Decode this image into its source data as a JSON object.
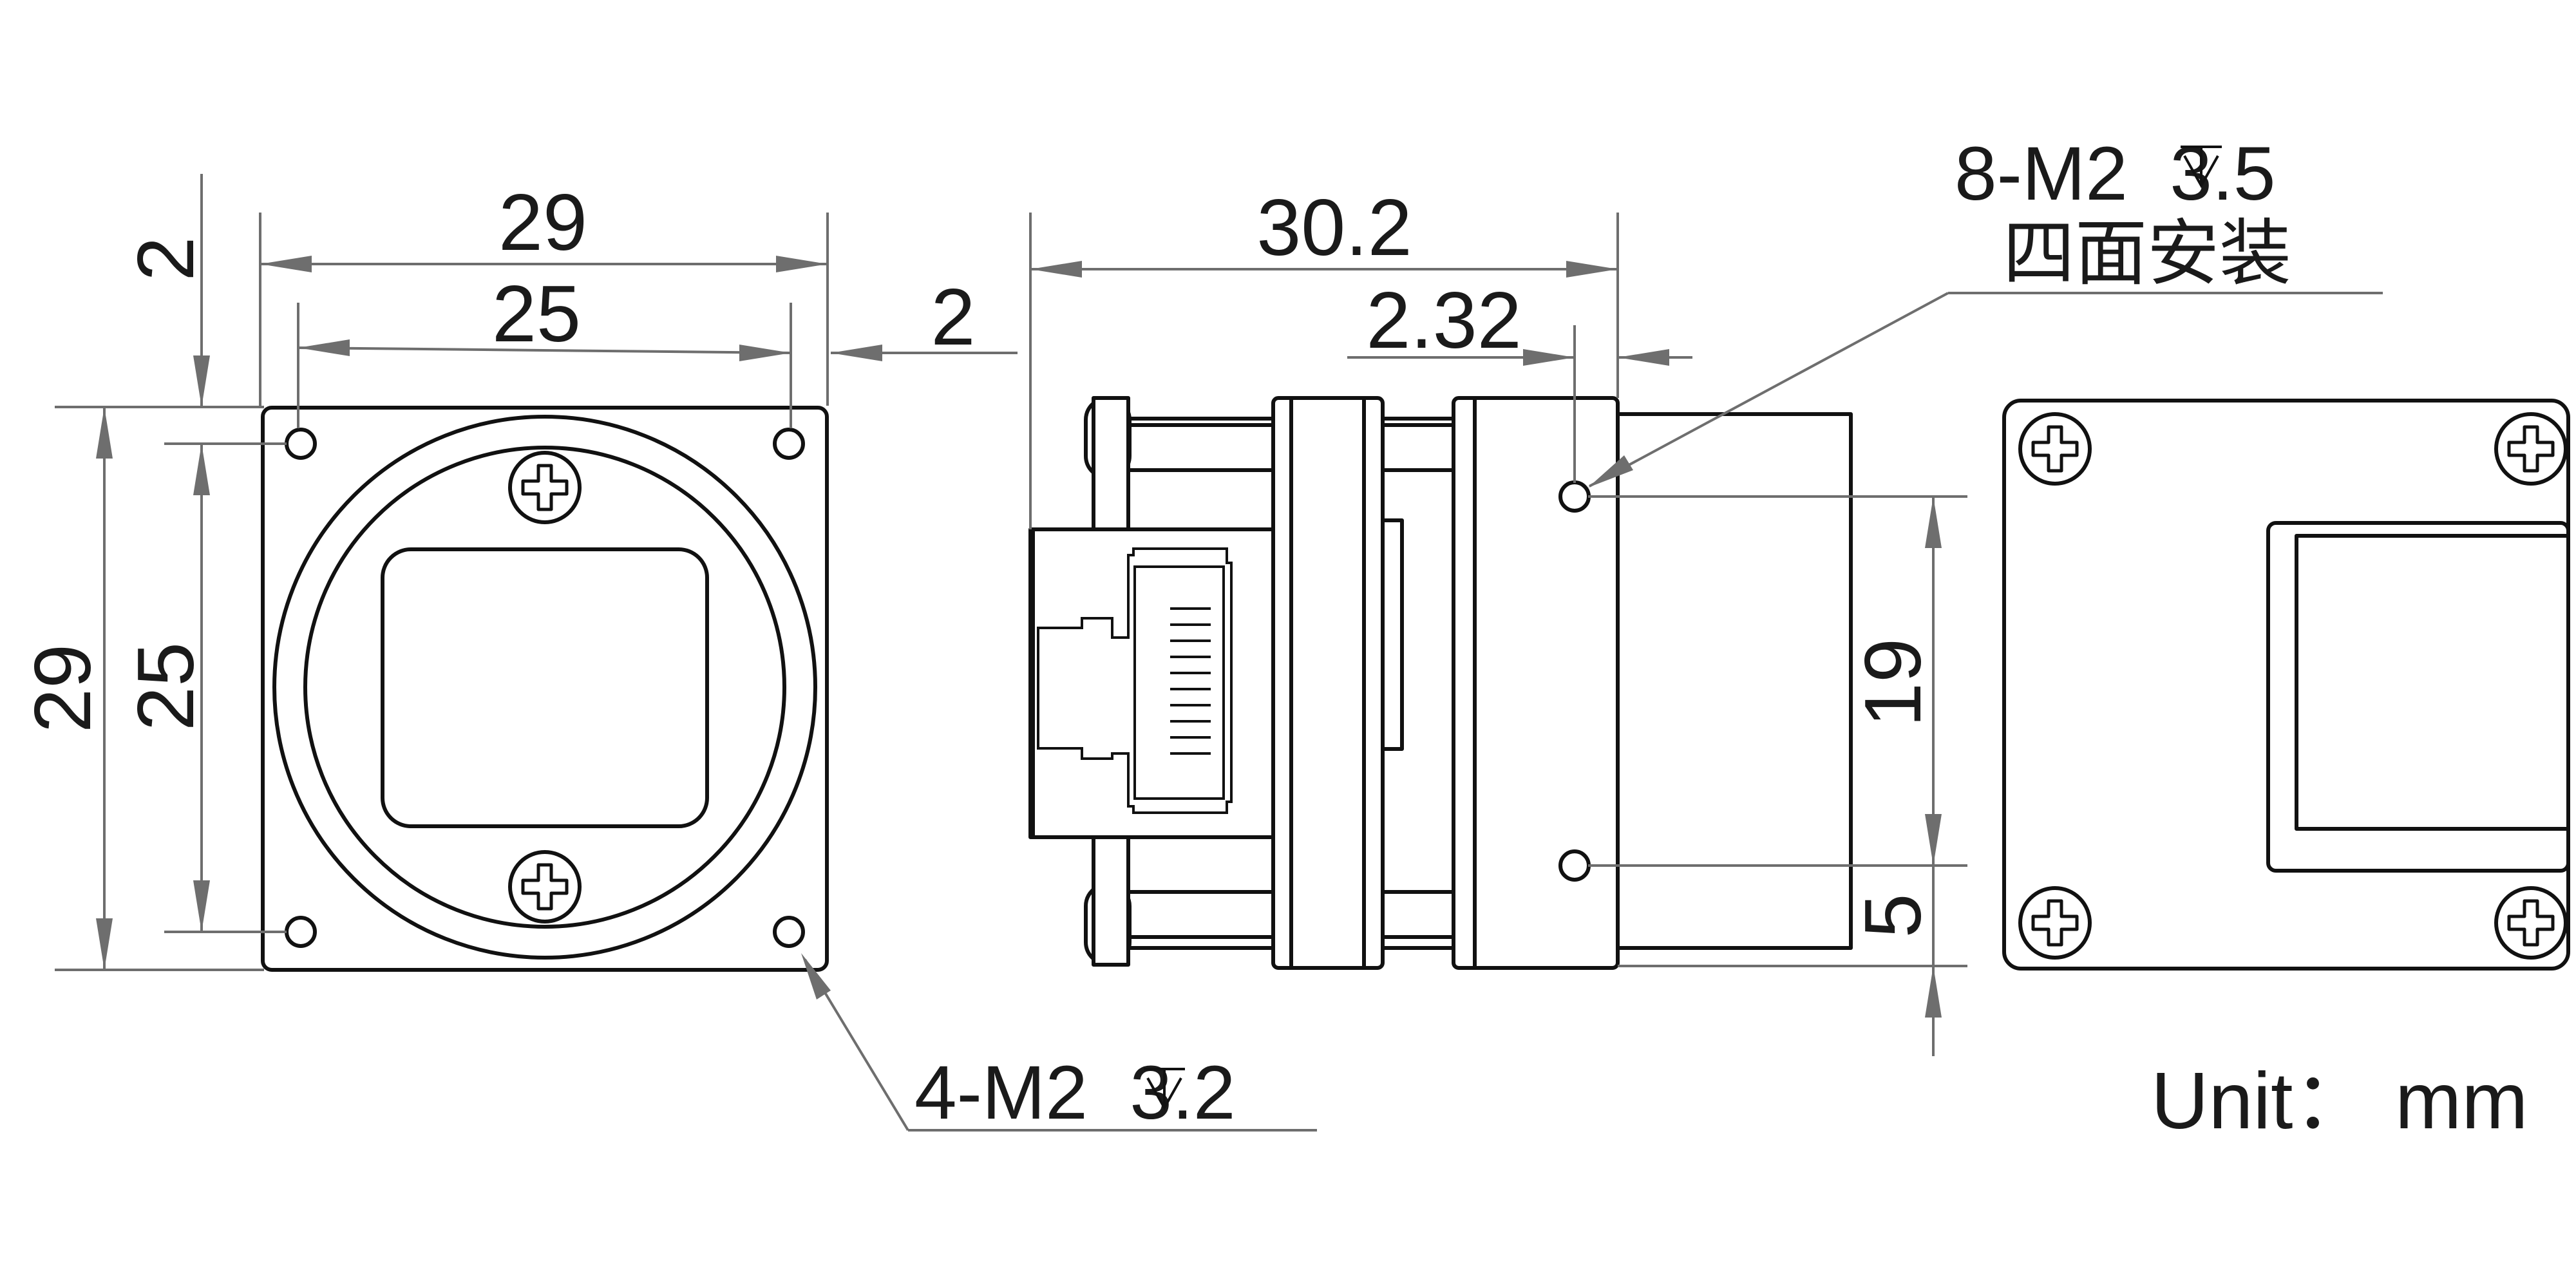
{
  "front_view": {
    "width_outer": "29",
    "width_holes": "25",
    "height_outer": "29",
    "height_holes": "25",
    "top_offset": "2",
    "right_offset": "2",
    "callout": "4-M2  3.2"
  },
  "side_view": {
    "length": "30.2",
    "hole_offset": "2.32",
    "hole_spacing": "19",
    "bottom_offset": "5",
    "callout_line1": "8-M2  3.5",
    "callout_line2": "四面安装"
  },
  "unit_label": "Unit： mm"
}
